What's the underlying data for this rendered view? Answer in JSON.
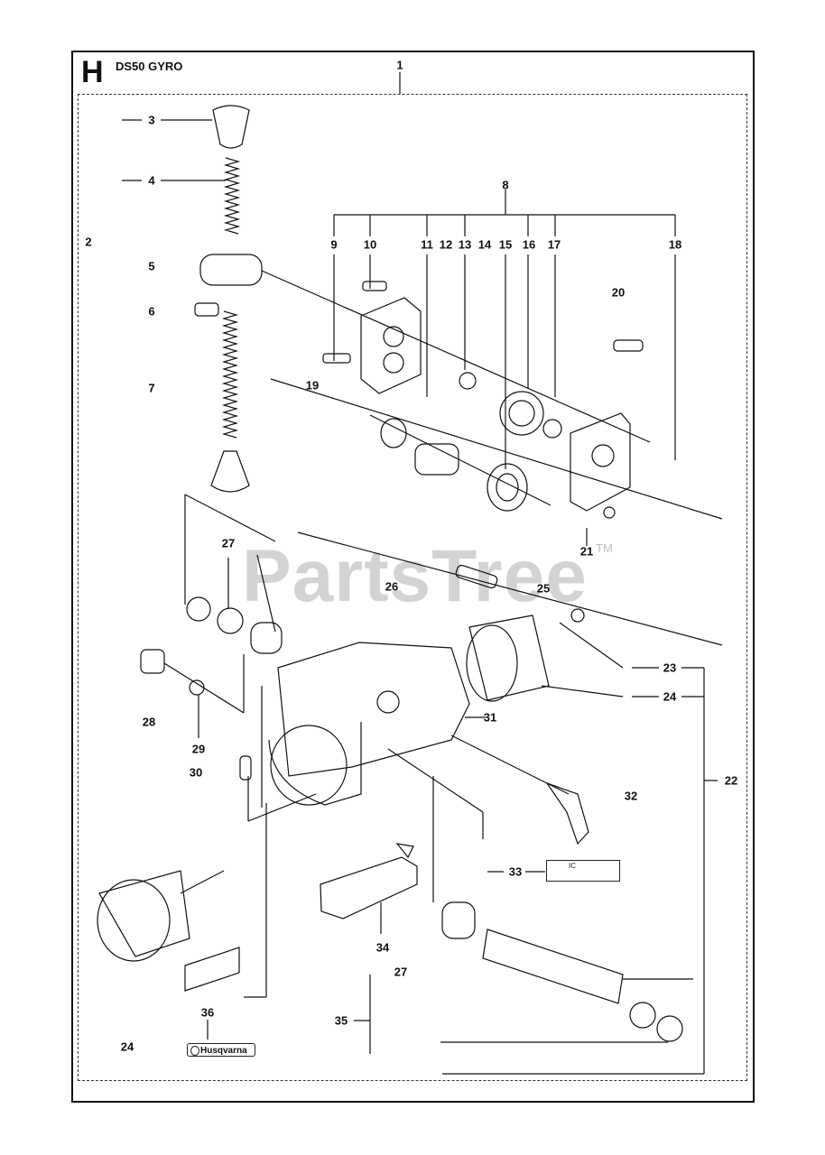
{
  "diagram": {
    "section_letter": "H",
    "model": "DS50 GYRO",
    "watermark": "PartsTree",
    "watermark_mark": "TM",
    "logo_text": "Husqvarna",
    "decal_text": "IC"
  },
  "labels": [
    "1",
    "2",
    "3",
    "4",
    "5",
    "6",
    "7",
    "8",
    "9",
    "10",
    "11",
    "12",
    "13",
    "14",
    "15",
    "16",
    "17",
    "18",
    "19",
    "20",
    "21",
    "22",
    "23",
    "24",
    "25",
    "26",
    "27",
    "28",
    "29",
    "30",
    "31",
    "32",
    "33",
    "34",
    "35",
    "36",
    "27",
    "24"
  ]
}
